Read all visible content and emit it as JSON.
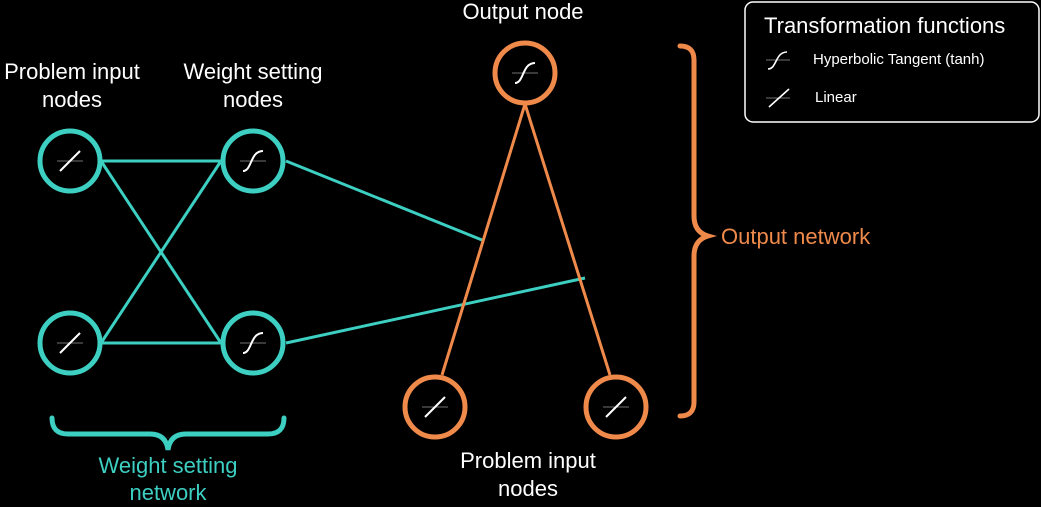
{
  "labels": {
    "left_input": [
      "Problem input",
      "nodes"
    ],
    "weight_setting_nodes": [
      "Weight setting",
      "nodes"
    ],
    "output_node": "Output node",
    "bottom_input": [
      "Problem input",
      "nodes"
    ],
    "weight_setting_network": [
      "Weight setting",
      "network"
    ],
    "output_network": "Output network"
  },
  "legend": {
    "title": "Transformation functions",
    "items": [
      {
        "icon": "tanh-icon",
        "label": "Hyperbolic Tangent (tanh)"
      },
      {
        "icon": "linear-icon",
        "label": "Linear"
      }
    ]
  },
  "colors": {
    "teal": "#3ccfc2",
    "orange": "#ef8a4b",
    "background": "#000000",
    "text": "#ffffff"
  }
}
